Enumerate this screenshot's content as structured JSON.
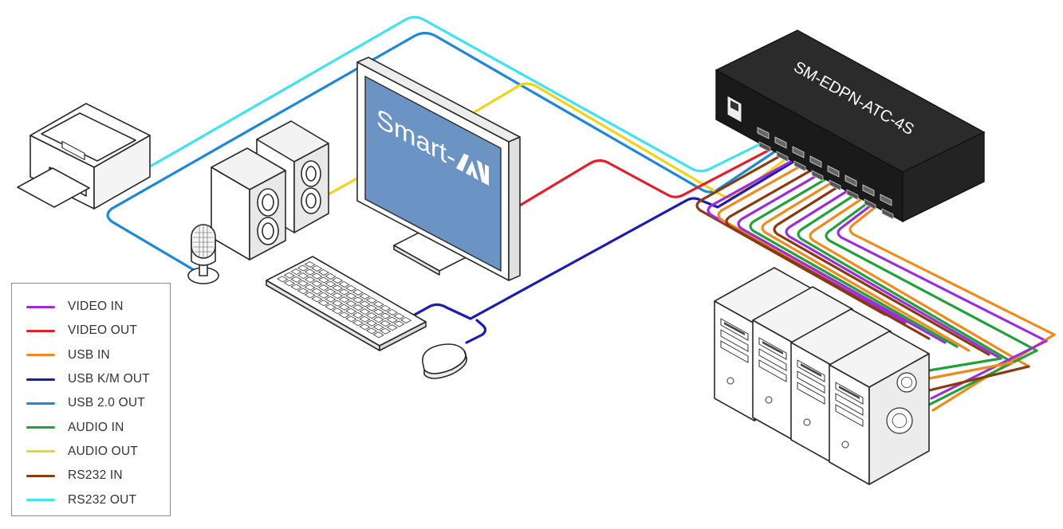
{
  "device": {
    "model_label": "SM-EDPN-ATC-4S"
  },
  "monitor": {
    "logo_text": "Smart-",
    "logo_icon": "avi-logo-icon",
    "screen_color": "#6b93c4"
  },
  "colors": {
    "video_in": "#9b2ed9",
    "video_out": "#e0202a",
    "usb_in": "#f08a1e",
    "usb_km_out": "#1c1cb0",
    "usb20_out": "#1e88d8",
    "audio_in": "#22a03a",
    "audio_out": "#f2d21a",
    "rs232_in": "#8a3a10",
    "rs232_out": "#3fe3f0"
  },
  "legend": {
    "items": [
      {
        "label": "VIDEO IN",
        "color": "#9b2ed9"
      },
      {
        "label": "VIDEO OUT",
        "color": "#e0202a"
      },
      {
        "label": "USB IN",
        "color": "#f08a1e"
      },
      {
        "label": "USB K/M OUT",
        "color": "#1c1cb0"
      },
      {
        "label": "USB 2.0 OUT",
        "color": "#1e88d8"
      },
      {
        "label": "AUDIO IN",
        "color": "#22a03a"
      },
      {
        "label": "AUDIO OUT",
        "color": "#f2d21a"
      },
      {
        "label": "RS232 IN",
        "color": "#8a3a10"
      },
      {
        "label": "RS232 OUT",
        "color": "#3fe3f0"
      }
    ]
  },
  "icons": [
    "printer-icon",
    "speakers-icon",
    "microphone-icon",
    "monitor-icon",
    "keyboard-icon",
    "mouse-icon",
    "switch-device-icon",
    "computer-tower-icon"
  ]
}
